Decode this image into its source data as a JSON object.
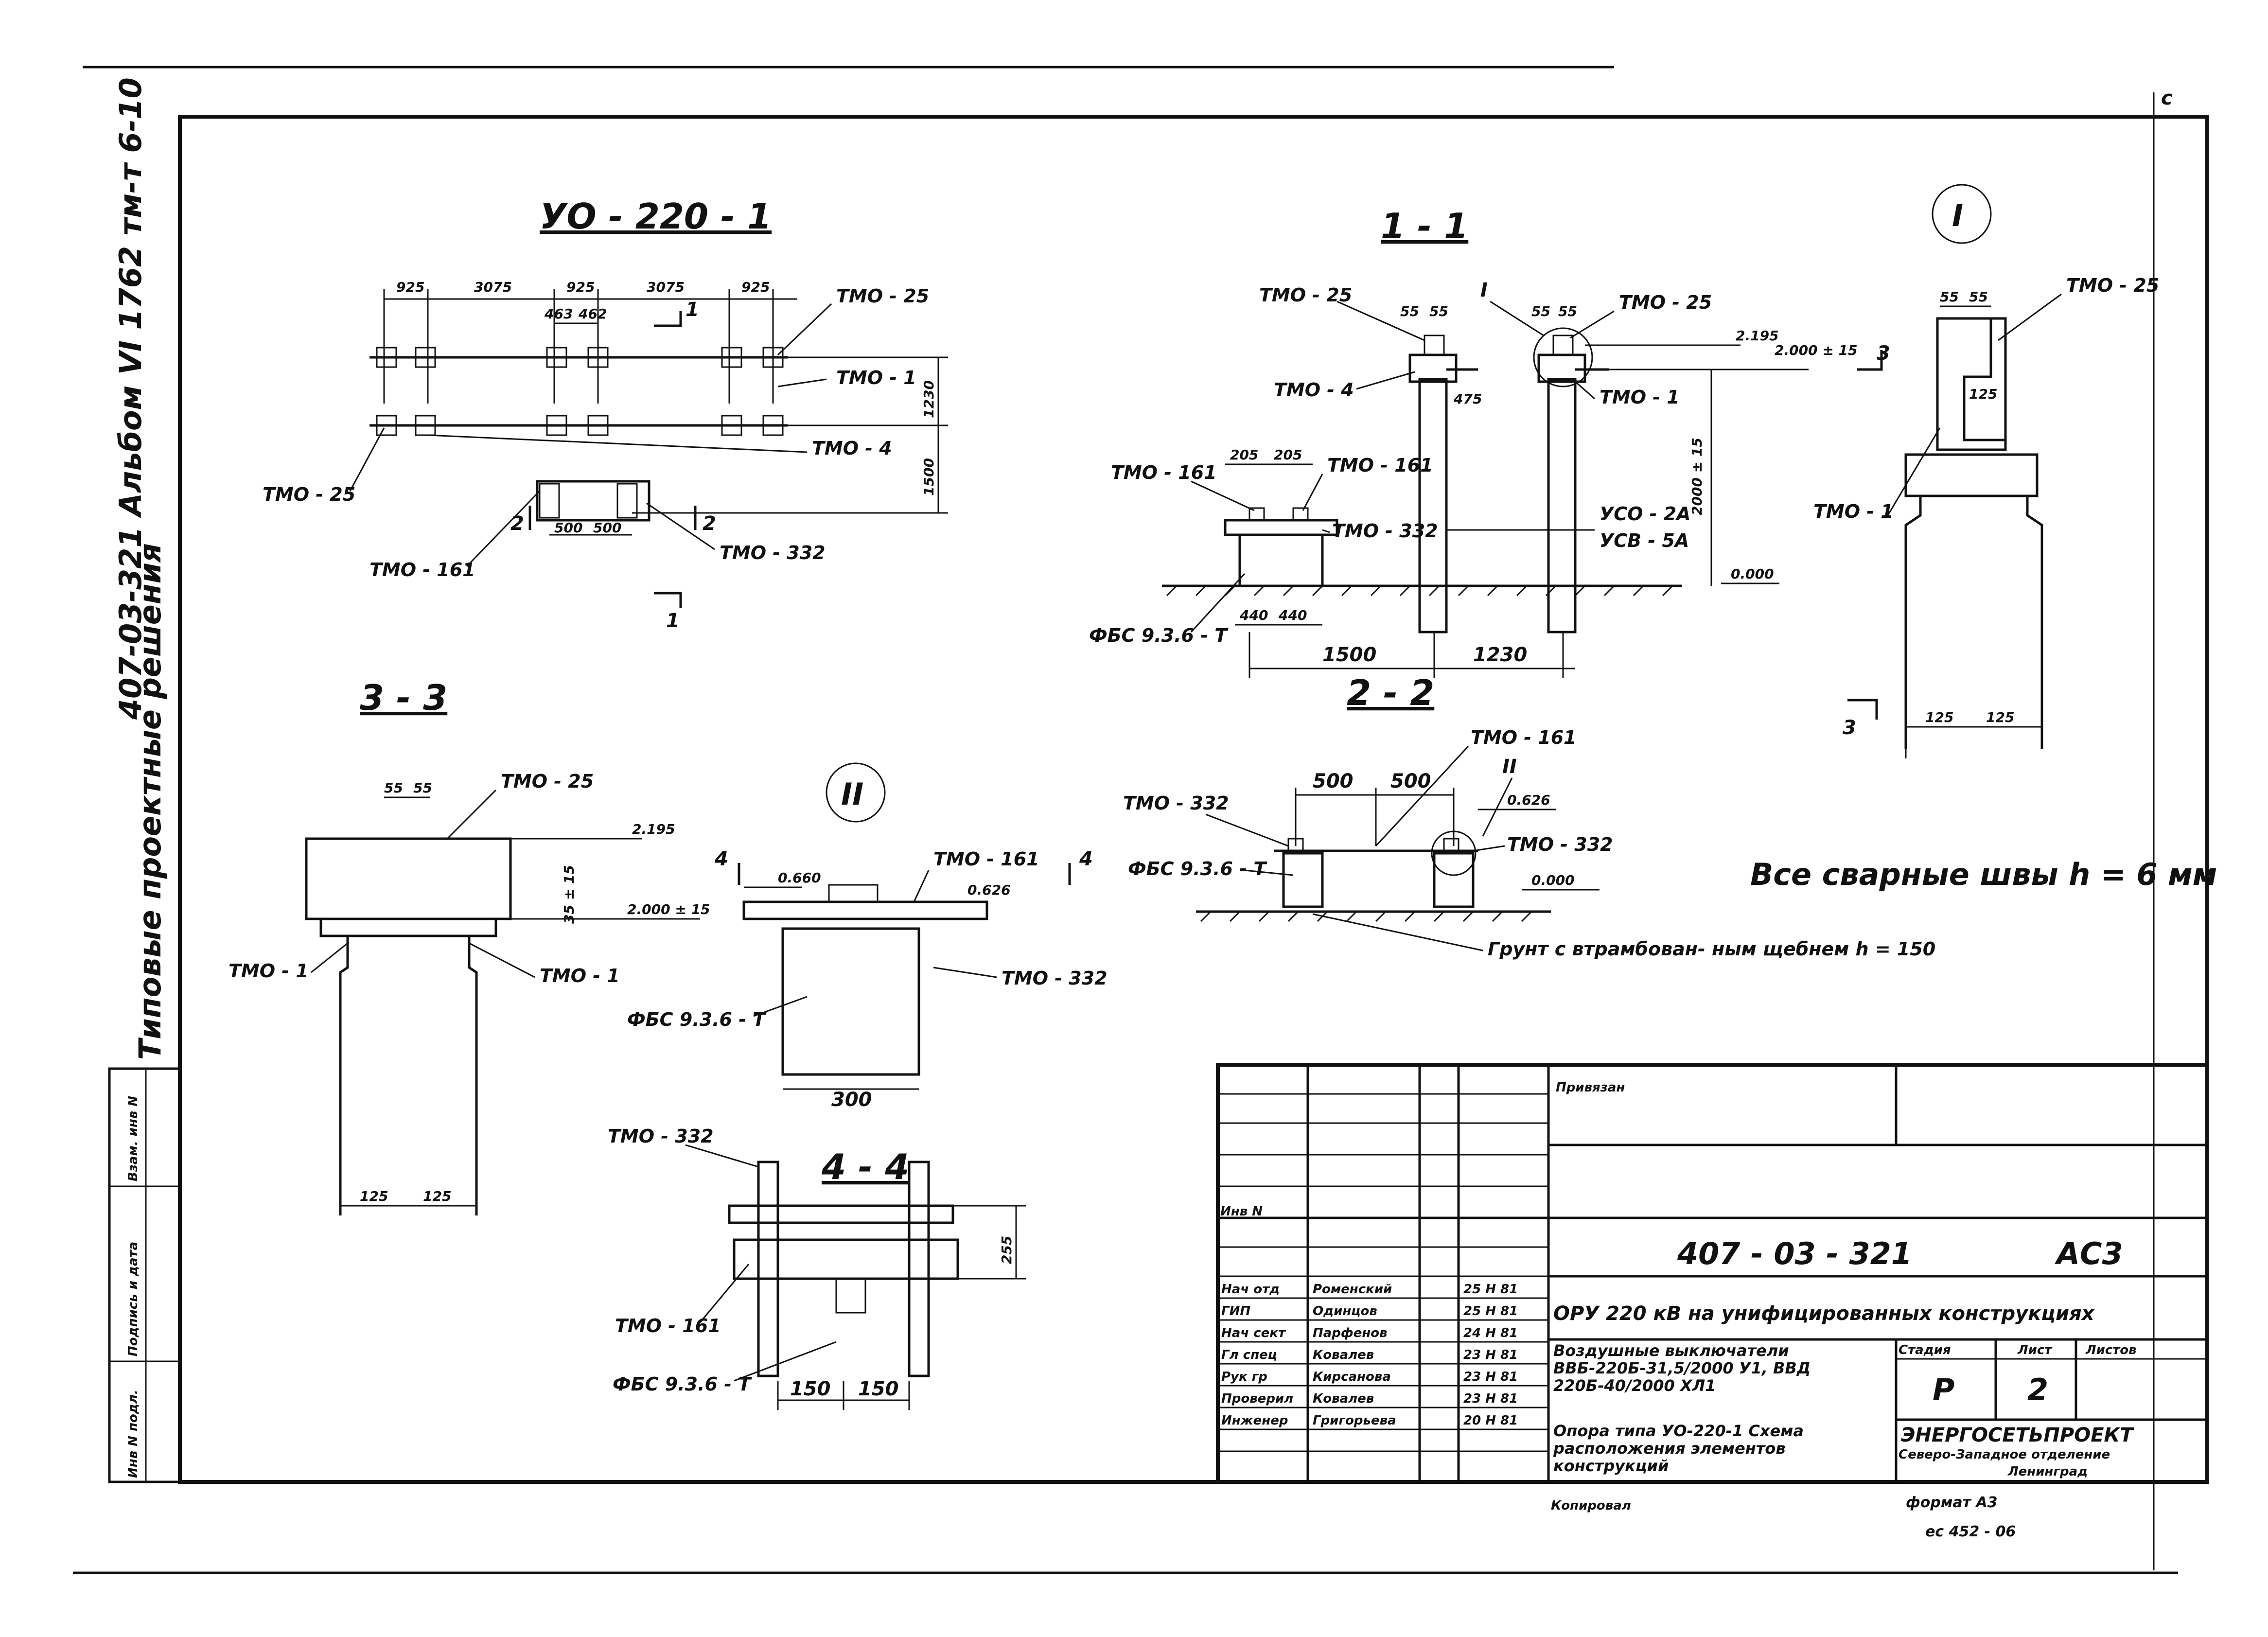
{
  "sheet": {
    "side_title": "407-03-321  Альбом VI  1762 тм-т 6-10",
    "side_typical": "Типовые проектные решения",
    "corner_mark": "c"
  },
  "views": {
    "plan": {
      "title": "УО - 220 - 1",
      "dims_top": [
        "925",
        "3075",
        "925",
        "3075",
        "925"
      ],
      "dims_sub": [
        "463",
        "462"
      ],
      "dims_bottom": [
        "500",
        "500"
      ],
      "dims_right": [
        "1230",
        "1500"
      ],
      "section_marks": [
        "1",
        "1",
        "2",
        "2"
      ],
      "callouts": [
        "ТМО - 25",
        "ТМО - 1",
        "ТМО - 4",
        "ТМО - 25",
        "ТМО - 161",
        "ТМО - 332"
      ]
    },
    "section_1_1": {
      "title": "1 - 1",
      "node_ref": "I",
      "dims": [
        "55",
        "55",
        "55",
        "55",
        "475",
        "205",
        "205",
        "440",
        "440",
        "1500",
        "1230",
        "2000 ± 15"
      ],
      "levels": [
        "2.195",
        "2.000 ± 15",
        "0.000"
      ],
      "callouts": [
        "ТМО - 25",
        "ТМО - 4",
        "ТМО - 25",
        "ТМО - 1",
        "ТМО - 161",
        "ТМО - 161",
        "ТМО - 332",
        "УСО - 2А",
        "УСВ - 5А",
        "ФБС 9.3.6 - Т"
      ],
      "section_mark": "3"
    },
    "node_1": {
      "label": "I",
      "dims": [
        "55",
        "55",
        "125",
        "125",
        "125"
      ],
      "callouts": [
        "ТМО - 25",
        "ТМО - 1"
      ],
      "section_mark": "3"
    },
    "section_2_2": {
      "title": "2 - 2",
      "node_ref": "II",
      "dims": [
        "500",
        "500"
      ],
      "levels": [
        "0.626",
        "0.000"
      ],
      "callouts": [
        "ТМО - 161",
        "ТМО - 332",
        "ТМО - 332",
        "ФБС 9.3.6 - Т"
      ],
      "ground_note": "Грунт с втрамбован- ным щебнем h = 150"
    },
    "section_3_3": {
      "title": "3 - 3",
      "dims": [
        "55",
        "55",
        "35 ± 15",
        "125",
        "125"
      ],
      "levels": [
        "2.195",
        "2.000 ± 15"
      ],
      "callouts": [
        "ТМО - 25",
        "ТМО - 1",
        "ТМО - 1"
      ]
    },
    "node_2": {
      "label": "II",
      "dims": [
        "0.660",
        "0.626",
        "300"
      ],
      "section_marks": [
        "4",
        "4"
      ],
      "callouts": [
        "ТМО - 161",
        "ТМО - 332",
        "ФБС 9.3.6 - Т"
      ]
    },
    "section_4_4": {
      "title": "4 - 4",
      "dims": [
        "255",
        "150",
        "150"
      ],
      "callouts": [
        "ТМО - 332",
        "ТМО - 161",
        "ФБС 9.3.6 - Т"
      ]
    }
  },
  "note": "Все сварные швы   h = 6 мм",
  "title_block": {
    "privyazan": "Привязан",
    "inv_no": "Инв N",
    "doc_code": "407 - 03 - 321",
    "sheet_mark": "АС3",
    "project_title": "ОРУ 220 кВ на унифицированных конструкциях",
    "staff": [
      {
        "role": "Нач отд",
        "name": "Роменский",
        "date": "25 Н 81"
      },
      {
        "role": "ГИП",
        "name": "Одинцов",
        "date": "25 Н 81"
      },
      {
        "role": "Нач сект",
        "name": "Парфенов",
        "date": "24 Н 81"
      },
      {
        "role": "Гл спец",
        "name": "Ковалев",
        "date": "23 Н 81"
      },
      {
        "role": "Рук гр",
        "name": "Кирсанова",
        "date": "23 Н 81"
      },
      {
        "role": "Проверил",
        "name": "Ковалев",
        "date": "23 Н 81"
      },
      {
        "role": "Инженер",
        "name": "Григорьева",
        "date": "20 Н 81"
      }
    ],
    "desc_1": "Воздушные выключатели ВВБ-220Б-31,5/2000 У1, ВВД 220Б-40/2000 ХЛ1",
    "desc_2": "Опора типа УО-220-1 Схема расположения элементов конструкций",
    "stage_header": "Стадия",
    "sheet_header": "Лист",
    "sheets_header": "Листов",
    "stage": "Р",
    "sheet": "2",
    "org": "ЭНЕРГОСЕТЬПРОЕКТ",
    "org_sub": "Северо-Западное отделение",
    "city": "Ленинград",
    "copied": "Копировал",
    "format": "формат А3",
    "code2": "ес 452 - 06"
  },
  "left_strip": {
    "labels": [
      "Взам. инв N",
      "Подпись и дата",
      "Инв N подл."
    ]
  }
}
